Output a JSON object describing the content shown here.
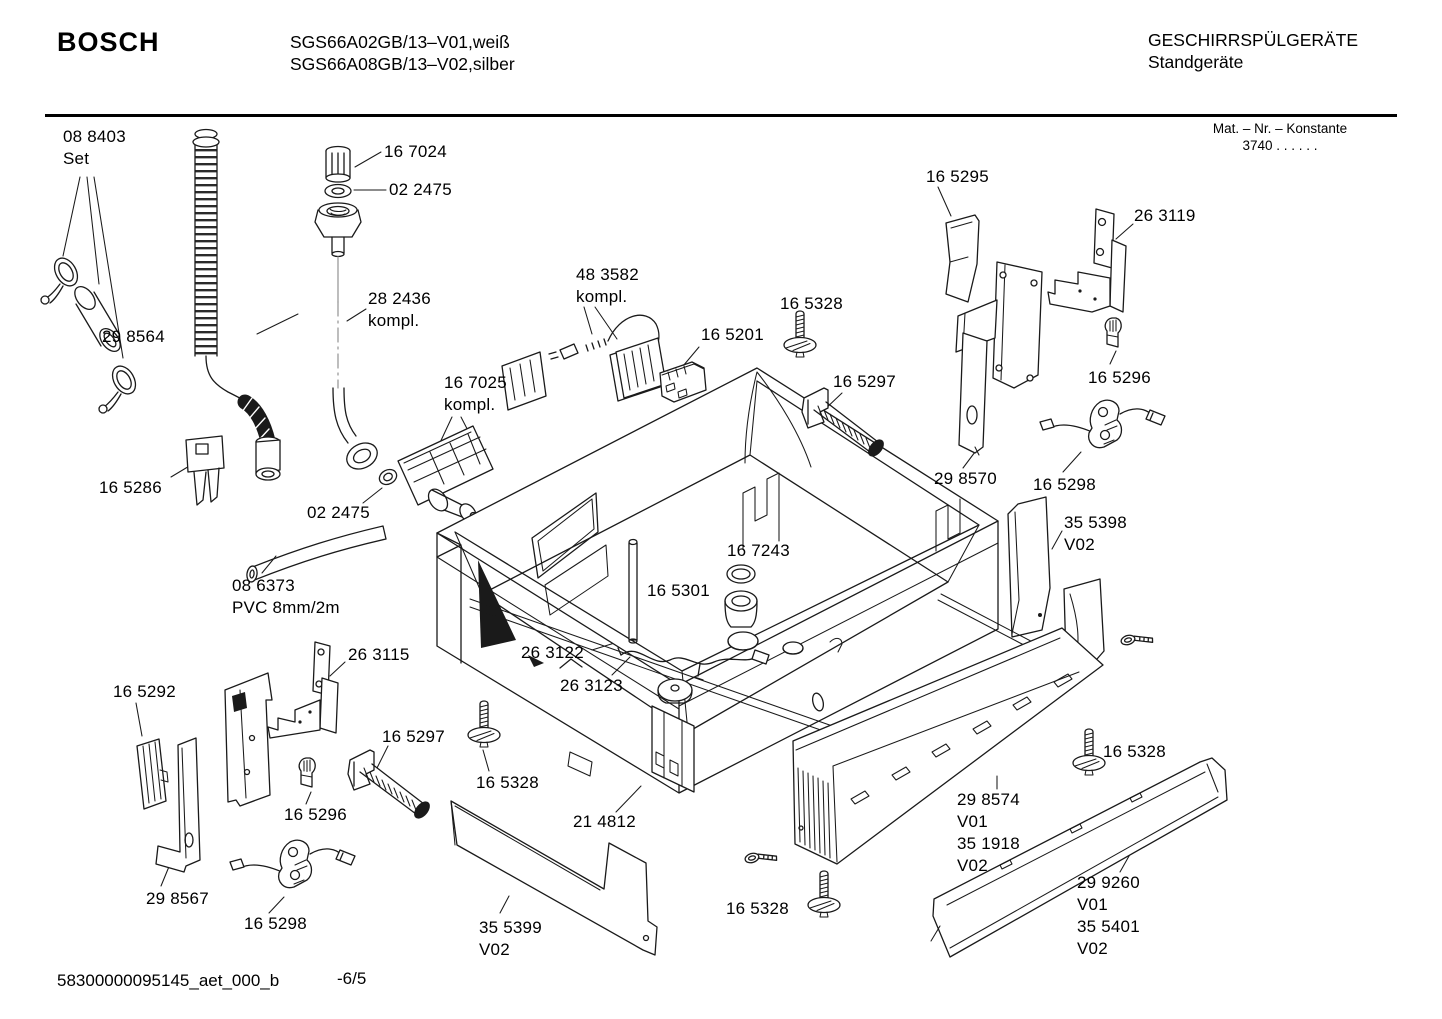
{
  "header": {
    "brand": "BOSCH",
    "models": "SGS66A02GB/13–V01,weiß\nSGS66A08GB/13–V02,silber",
    "category": "GESCHIRRSPÜLGERÄTE\nStandgeräte",
    "mat_block": "Mat. – Nr. – Konstante\n3740  .   .    .   .   .   ."
  },
  "footer": {
    "document_id": "58300000095145_aet_000_b",
    "page": "-6/5"
  },
  "diagram": {
    "labels": [
      {
        "part": "08 8403 Set",
        "text": "08 8403\nSet"
      },
      {
        "part": "16 7024",
        "text": "16 7024"
      },
      {
        "part": "02 2475",
        "text": "02 2475"
      },
      {
        "part": "28 2436",
        "text": "28 2436\nkompl."
      },
      {
        "part": "29 8564",
        "text": "29 8564"
      },
      {
        "part": "16 7025",
        "text": "16 7025\nkompl."
      },
      {
        "part": "16 5286",
        "text": "16 5286"
      },
      {
        "part": "02 2475",
        "text": "02 2475"
      },
      {
        "part": "08 6373",
        "text": "08 6373\nPVC 8mm/2m"
      },
      {
        "part": "48 3582",
        "text": "48 3582\nkompl."
      },
      {
        "part": "16 5201",
        "text": "16 5201"
      },
      {
        "part": "16 5328",
        "text": "16 5328"
      },
      {
        "part": "16 5297",
        "text": "16 5297"
      },
      {
        "part": "16 5295",
        "text": "16 5295"
      },
      {
        "part": "26 3119",
        "text": "26 3119"
      },
      {
        "part": "16 5296",
        "text": "16 5296"
      },
      {
        "part": "29 8570",
        "text": "29 8570"
      },
      {
        "part": "16 5298",
        "text": "16 5298"
      },
      {
        "part": "35 5398",
        "text": "35 5398\nV02"
      },
      {
        "part": "16 7243",
        "text": "16 7243"
      },
      {
        "part": "16 5301",
        "text": "16 5301"
      },
      {
        "part": "26 3122",
        "text": "26 3122"
      },
      {
        "part": "26 3123",
        "text": "26 3123"
      },
      {
        "part": "26 3115",
        "text": "26 3115"
      },
      {
        "part": "16 5292",
        "text": "16 5292"
      },
      {
        "part": "16 5297",
        "text": "16 5297"
      },
      {
        "part": "16 5296",
        "text": "16 5296"
      },
      {
        "part": "16 5328",
        "text": "16 5328"
      },
      {
        "part": "21 4812",
        "text": "21 4812"
      },
      {
        "part": "29 8567",
        "text": "29 8567"
      },
      {
        "part": "16 5298",
        "text": "16 5298"
      },
      {
        "part": "35 5399",
        "text": "35 5399\nV02"
      },
      {
        "part": "16 5328",
        "text": "16 5328"
      },
      {
        "part": "29 8574",
        "text": "29 8574\nV01\n35 1918\nV02"
      },
      {
        "part": "16 5328",
        "text": "16 5328"
      },
      {
        "part": "29 9260",
        "text": "29 9260\nV01\n35 5401\nV02"
      }
    ]
  }
}
